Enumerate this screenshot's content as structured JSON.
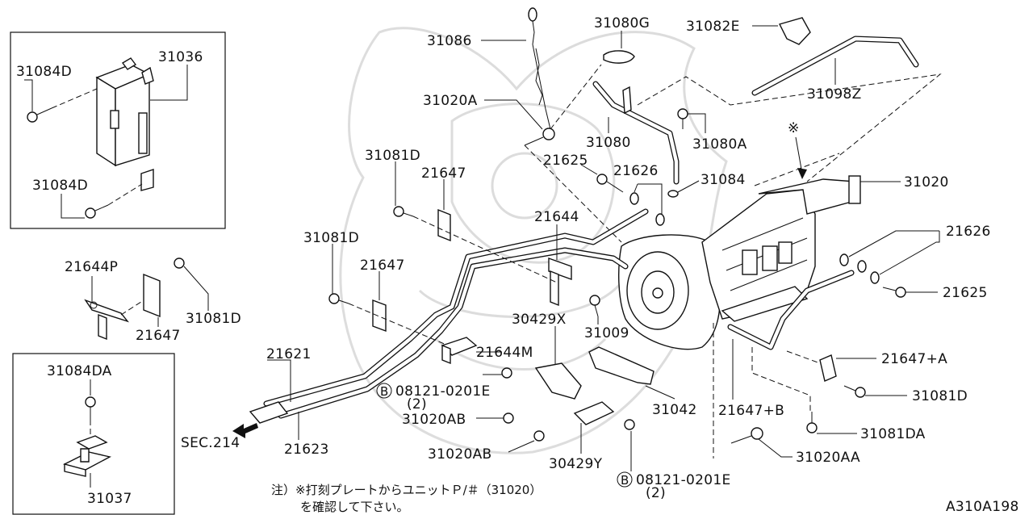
{
  "diagram_code": "A310A198",
  "callouts": {
    "p31036": "31036",
    "p31084D_top": "31084D",
    "p31084D_bottom": "31084D",
    "p31086": "31086",
    "p31080G": "31080G",
    "p31082E": "31082E",
    "p31098Z": "31098Z",
    "p31020A": "31020A",
    "p31080": "31080",
    "p31080A": "31080A",
    "p31081D_1": "31081D",
    "p21647_1": "21647",
    "p21625_top": "21625",
    "p21626_top": "21626",
    "p31084": "31084",
    "p31020": "31020",
    "p21644": "21644",
    "p31081D_2": "31081D",
    "p21647_2": "21647",
    "p21626_right": "21626",
    "p21625_right": "21625",
    "p21644P": "21644P",
    "p21647_3": "21647",
    "p31081D_3": "31081D",
    "p30429X": "30429X",
    "p31009": "31009",
    "p21644M": "21644M",
    "p21647A": "21647+A",
    "p21621": "21621",
    "p08121_1": "08121-0201E",
    "p08121_1_qty": "(2)",
    "p31081D_4": "31081D",
    "p31020AB_1": "31020AB",
    "p31042": "31042",
    "p21647B": "21647+B",
    "p31084DA": "31084DA",
    "p31081DA": "31081DA",
    "sec214": "SEC.214",
    "p21623": "21623",
    "p31020AB_2": "31020AB",
    "p31020AA": "31020AA",
    "p30429Y": "30429Y",
    "p08121_2": "08121-0201E",
    "p08121_2_qty": "(2)",
    "p31037": "31037",
    "b_mark": "B",
    "ref_mark": "※"
  },
  "note": {
    "line1": "注）※打刻プレートからユニットＰ/＃（31020）",
    "line2": "を確認して下さい。"
  }
}
